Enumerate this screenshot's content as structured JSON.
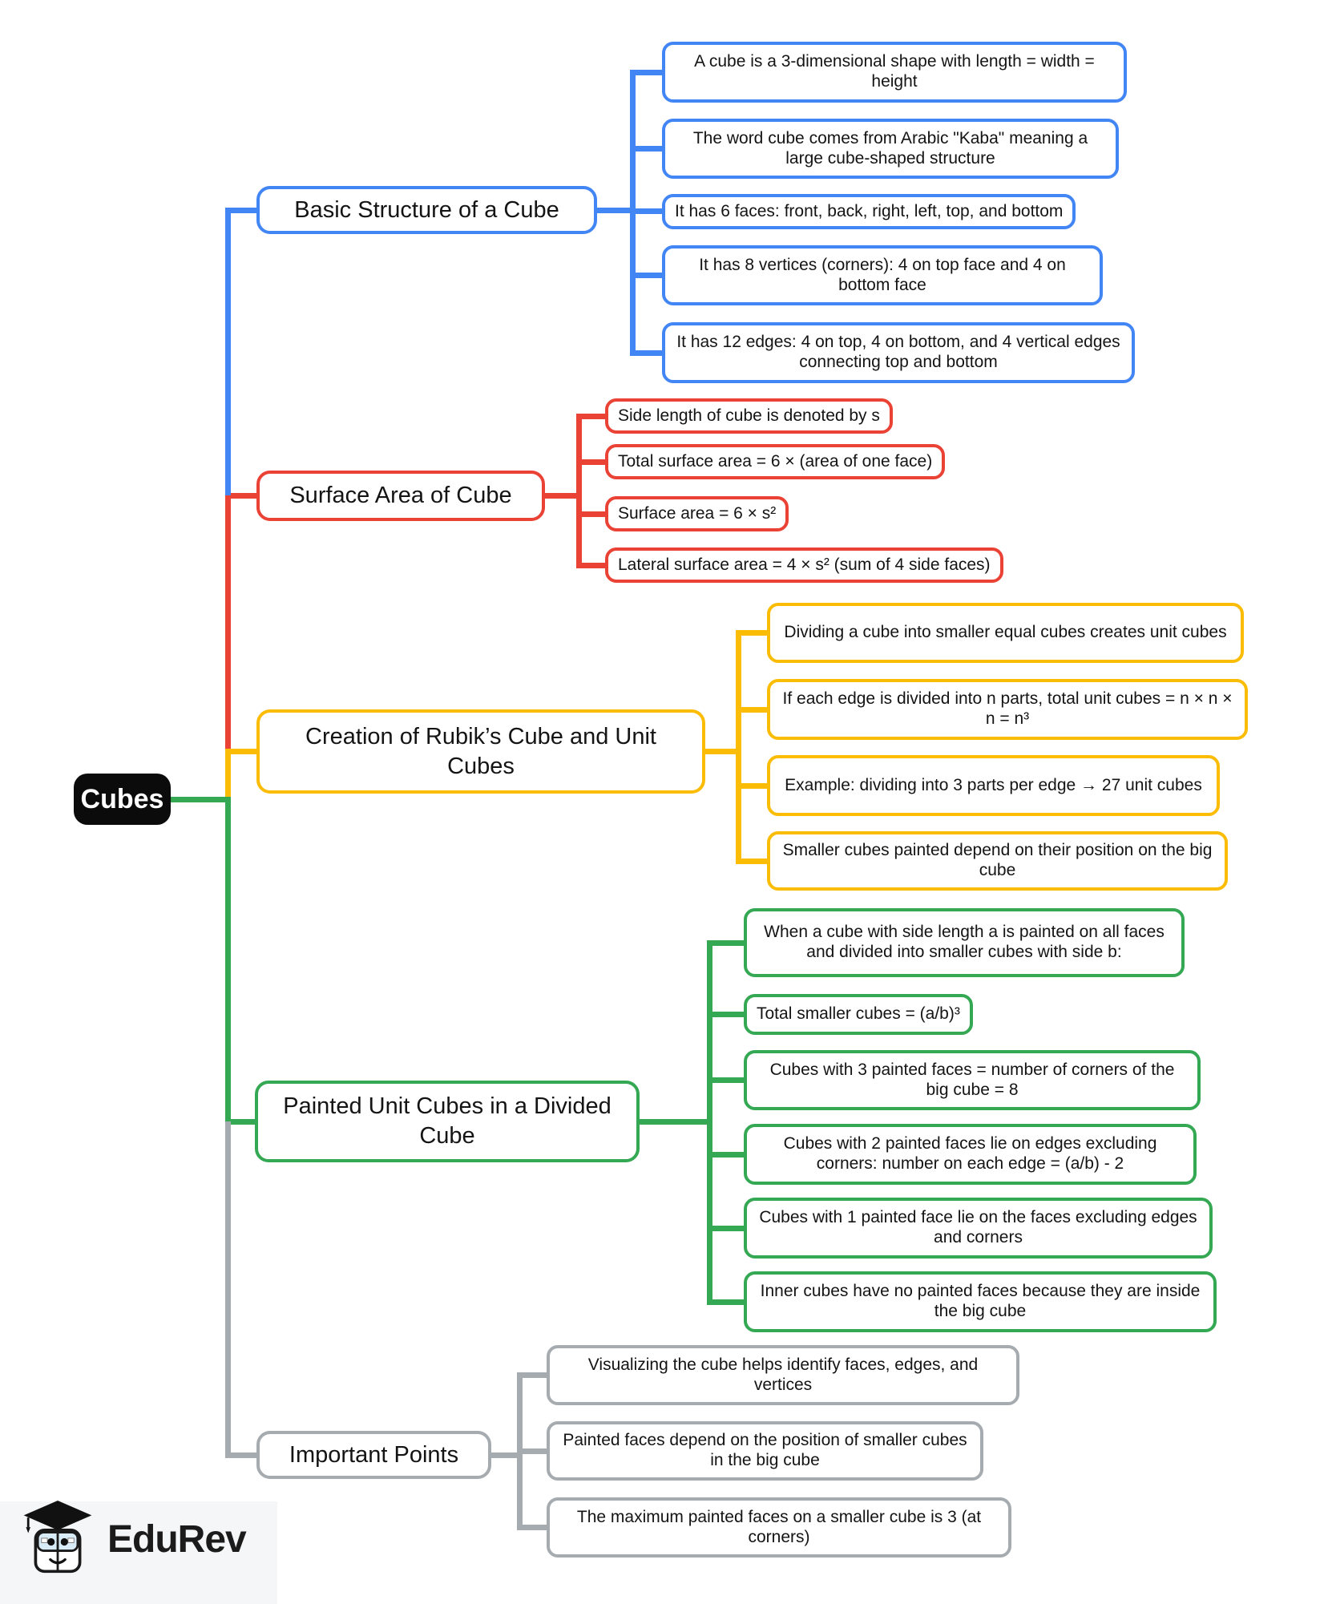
{
  "root": {
    "label": "Cubes"
  },
  "colors": {
    "blue": "#4285F4",
    "red": "#EA4335",
    "yellow": "#FBBC05",
    "green": "#34A853",
    "gray": "#A6ABB0",
    "black": "#0b0b0b",
    "watermark": "#f5f6f7"
  },
  "sections": [
    {
      "title": "Basic Structure of a Cube",
      "color": "blue",
      "leaves": [
        "A cube is a 3-dimensional shape with length = width = height",
        "The word cube comes from Arabic \"Kaba\" meaning a large cube-shaped structure",
        "It has 6 faces: front, back, right, left, top, and bottom",
        "It has 8 vertices (corners): 4 on top face and 4 on bottom face",
        "It has 12 edges: 4 on top, 4 on bottom, and 4 vertical edges connecting top and bottom"
      ]
    },
    {
      "title": "Surface Area of Cube",
      "color": "red",
      "leaves": [
        "Side length of cube is denoted by s",
        "Total surface area = 6 × (area of one face)",
        "Surface area = 6 × s²",
        "Lateral surface area = 4 × s² (sum of 4 side faces)"
      ]
    },
    {
      "title": "Creation of Rubik’s Cube and Unit Cubes",
      "color": "yellow",
      "leaves": [
        "Dividing a cube into smaller equal cubes creates unit cubes",
        "If each edge is divided into n parts, total unit cubes = n × n × n = n³",
        "Example: dividing into 3 parts per edge → 27 unit cubes",
        "Smaller cubes painted depend on their position on the big cube"
      ]
    },
    {
      "title": "Painted Unit Cubes in a Divided Cube",
      "color": "green",
      "leaves": [
        "When a cube with side length a is painted on all faces and divided into smaller cubes with side b:",
        "Total smaller cubes = (a/b)³",
        "Cubes with 3 painted faces = number of corners of the big cube = 8",
        "Cubes with 2 painted faces lie on edges excluding corners: number on each edge = (a/b) - 2",
        "Cubes with 1 painted face lie on the faces excluding edges and corners",
        "Inner cubes have no painted faces because they are inside the big cube"
      ]
    },
    {
      "title": "Important Points",
      "color": "gray",
      "leaves": [
        "Visualizing the cube helps identify faces, edges, and vertices",
        "Painted faces depend on the position of smaller cubes in the big cube",
        "The maximum painted faces on a smaller cube is 3 (at corners)"
      ]
    }
  ],
  "logo": {
    "text": "EduRev"
  }
}
